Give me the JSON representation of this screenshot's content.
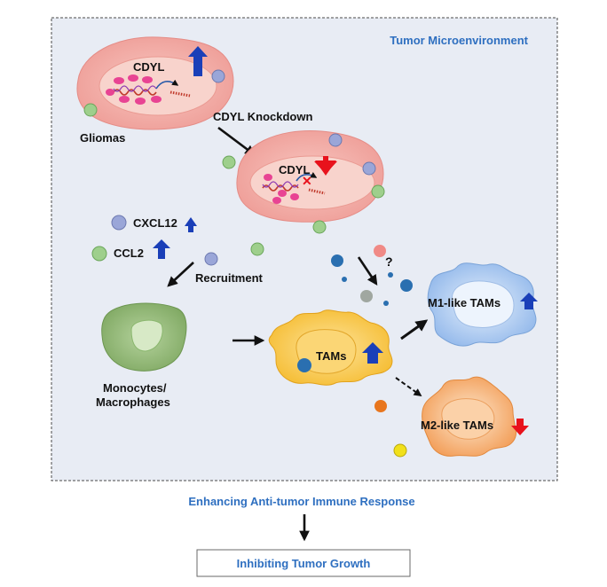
{
  "panel": {
    "title": "Tumor Microenvironment"
  },
  "cells": {
    "glioma_label": "Gliomas",
    "cdyl_high": "CDYL",
    "cdyl_low": "CDYL",
    "monocytes_line1": "Monocytes/",
    "monocytes_line2": "Macrophages",
    "tams": "TAMs",
    "m1": "M1-like TAMs",
    "m2": "M2-like TAMs"
  },
  "steps": {
    "knockdown": "CDYL Knockdown",
    "recruitment": "Recruitment",
    "unknown_mark": "?"
  },
  "chemokines": {
    "cxcl12": "CXCL12",
    "ccl2": "CCL2"
  },
  "outcome": {
    "response": "Enhancing Anti-tumor Immune Response",
    "growth": "Inhibiting Tumor Growth"
  },
  "colors": {
    "panel_fill": "#e8ecf4",
    "panel_border": "#4a4a4a",
    "title_blue": "#2e6fc0",
    "up_arrow_blue": "#1a3fb8",
    "down_arrow_red": "#e8121c",
    "tumor_outer": "#f1a9a4",
    "tumor_inner": "#f7cfc8",
    "monocyte": "#8db370",
    "tam": "#f8c844",
    "m1": "#a9c7ee",
    "m2": "#f6a35c"
  }
}
